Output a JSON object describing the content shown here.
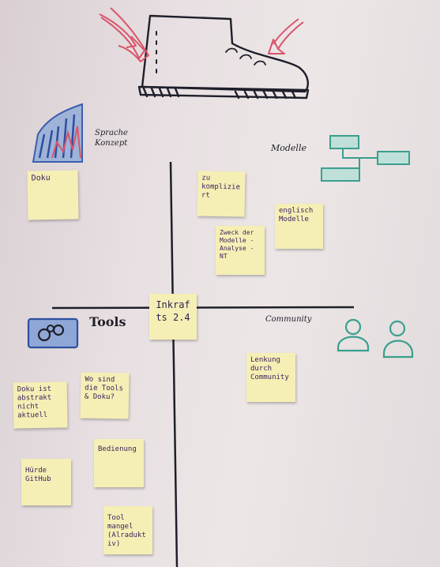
{
  "labels": {
    "sprache_konzept": "Sprache Konzept",
    "modelle": "Modelle",
    "tools": "Tools",
    "community": "Community"
  },
  "center_note": "Inkrafts 2.4",
  "notes": {
    "doku": "Doku",
    "zu_kompliziert": "zu kompliziert",
    "englisch_modelle": "englisch Modelle",
    "zweck_der_modelle": "Zweck der Modelle - Analyse - NT",
    "lenkung_durch_community": "Lenkung durch Community",
    "doku_ist_abstrakt": "Doku ist abstrakt nicht aktuell",
    "wo_sind_die_tools": "Wo sind die Tools & Doku?",
    "bedienung": "Bedienung",
    "huerde_github": "Hürde GitHub",
    "tool_mangel": "Tool mangel (Alraduktiv)"
  },
  "colors": {
    "note_yellow": "#f6efb5",
    "marker_dark": "#1f1f2a",
    "arrow_pink": "#d9556a",
    "teal": "#3a9f8e",
    "purple_ink": "#3b1f5c",
    "blue": "#3b5fae"
  },
  "icons": [
    "boot-icon",
    "flag-icon",
    "model-boxes-icon",
    "gears-icon",
    "people-icon"
  ]
}
